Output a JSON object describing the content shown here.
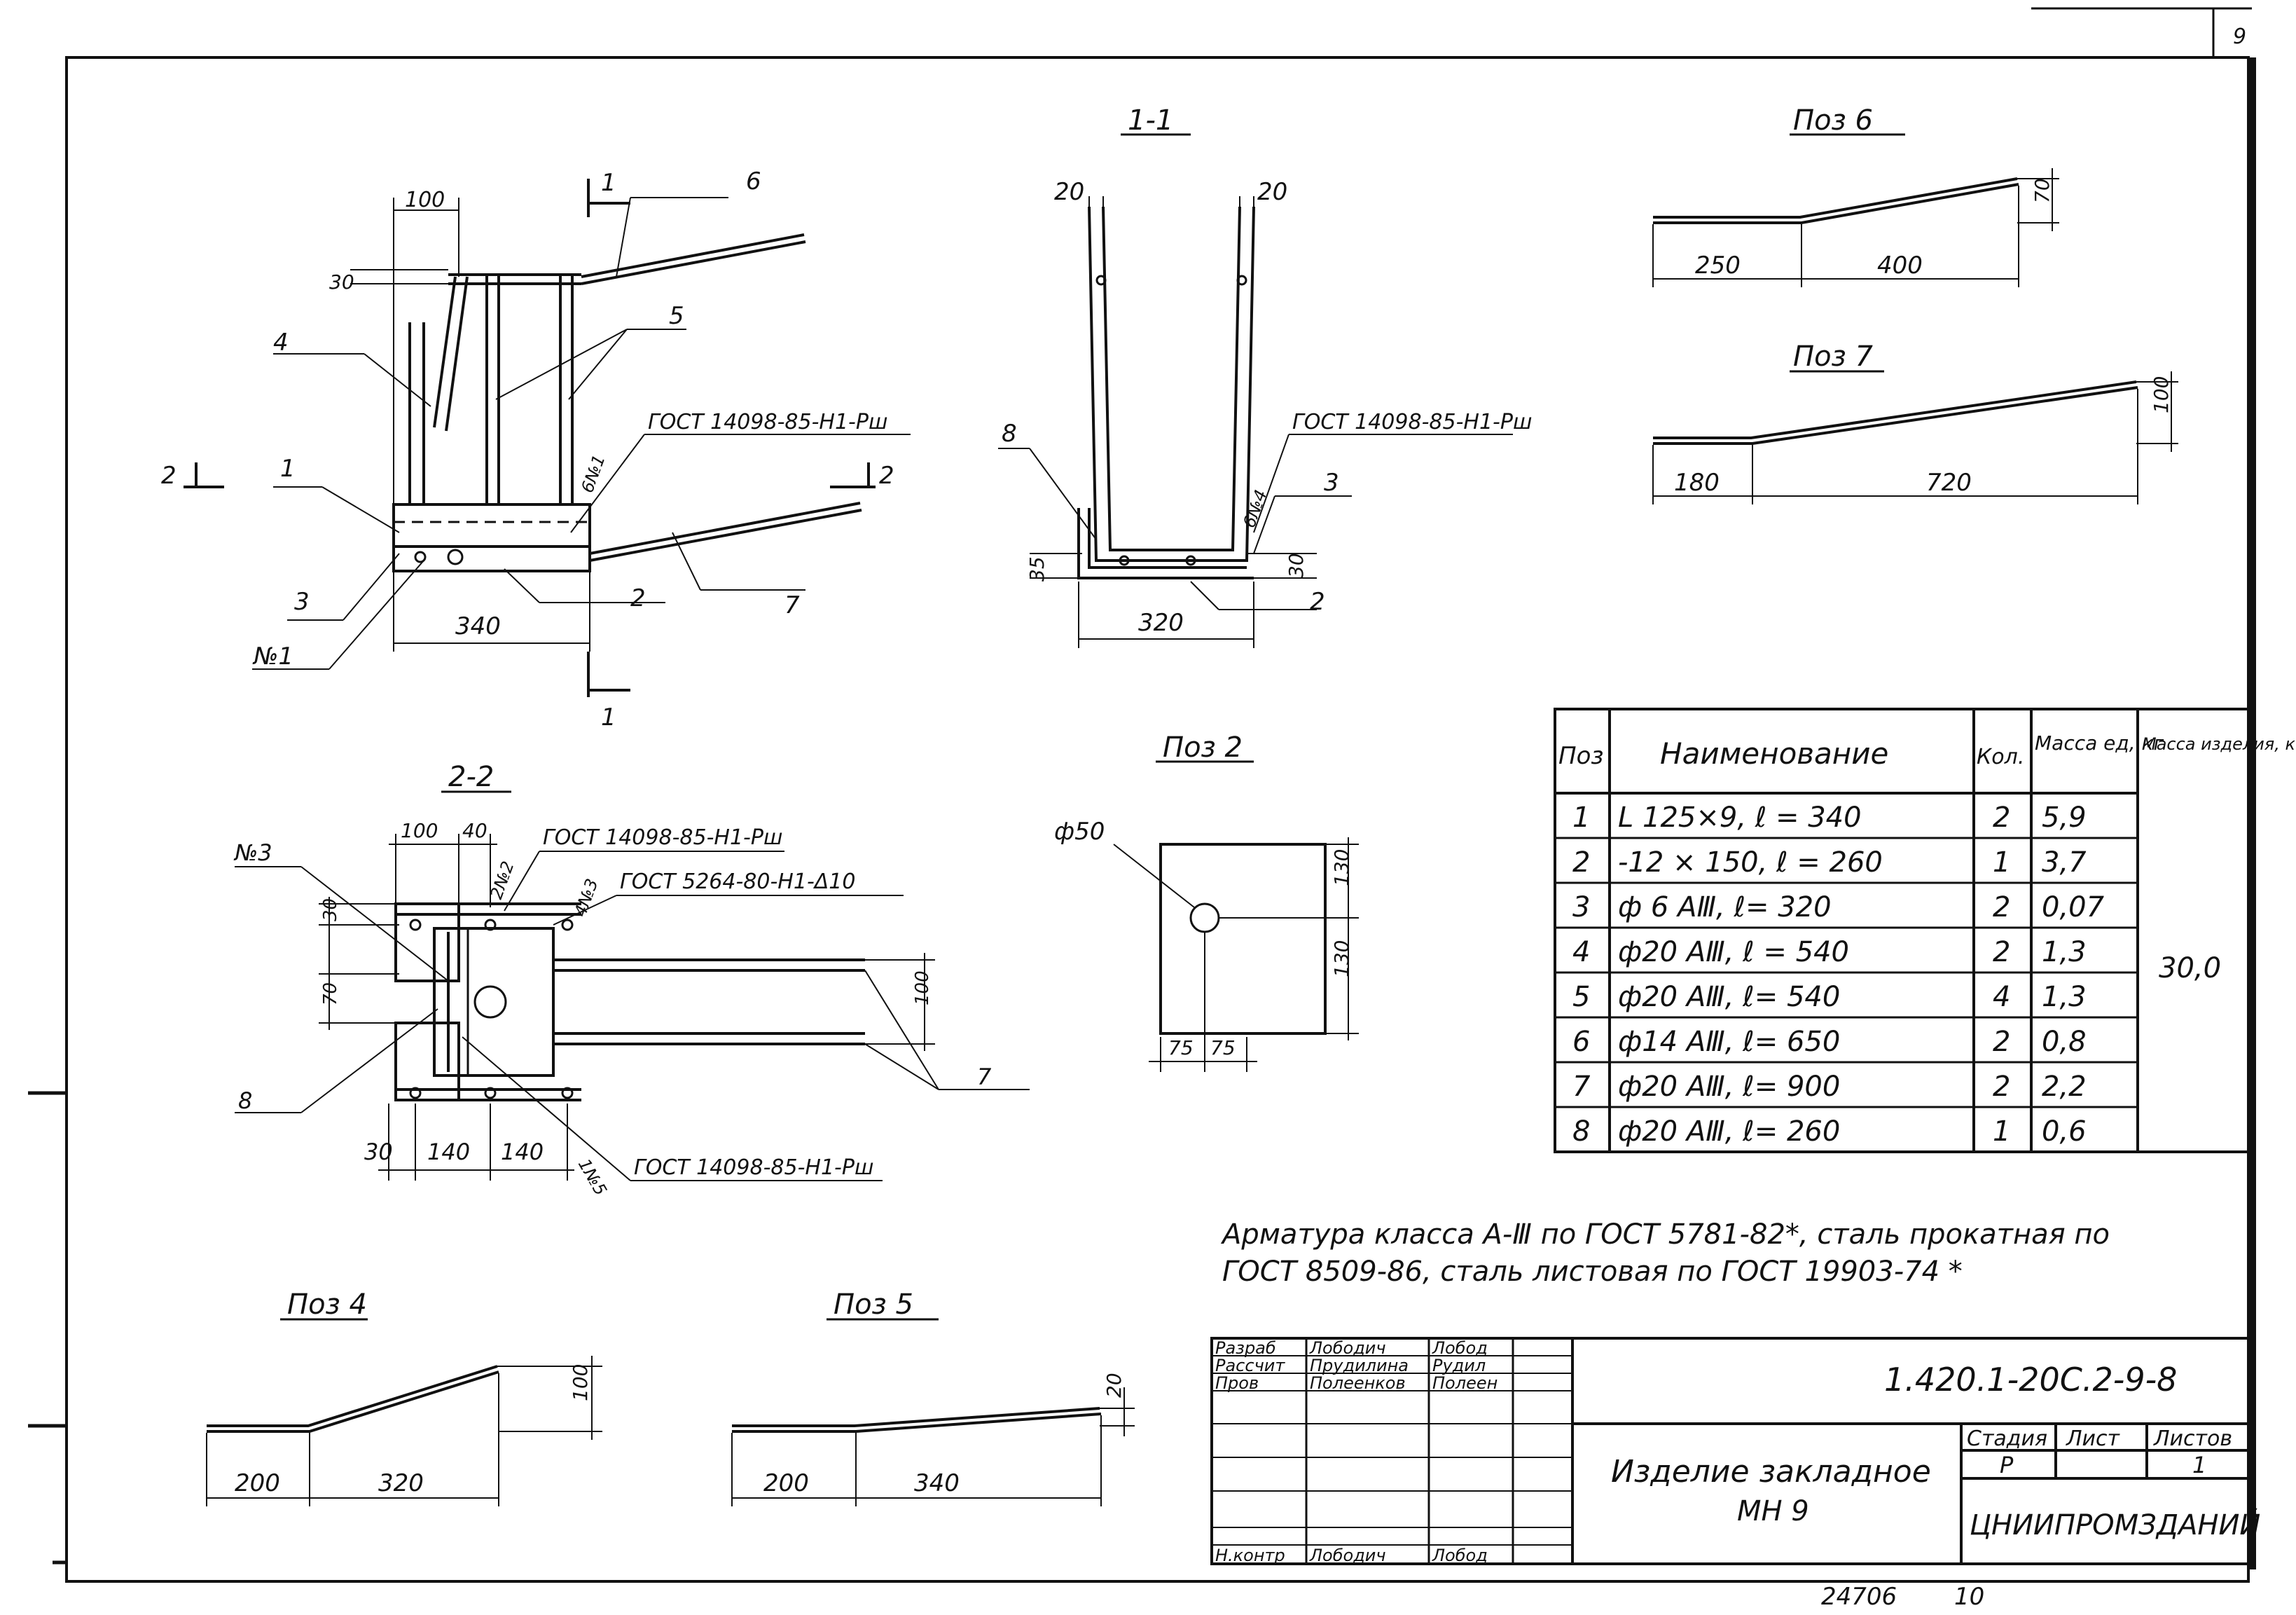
{
  "sheet": {
    "number": "9",
    "footer_archive": "24706",
    "footer_page": "10"
  },
  "labels": {
    "section_1_1": "1-1",
    "section_2_2": "2-2",
    "cut_1": "1",
    "cut_2": "2",
    "poz_2_title": "Поз 2",
    "poz_4_title": "Поз 4",
    "poz_5_title": "Поз 5",
    "poz_6_title": "Поз 6",
    "poz_7_title": "Поз 7",
    "gost_weld_1": "ГОСТ 14098-85-Н1-Рш",
    "gost_weld_2": "ГОСТ 14098-85-Н1-Рш",
    "gost_weld_3": "ГОСТ 14098-85-Н1-Рш",
    "gost_weld_4": "ГОСТ 14098-85-Н1-Рш",
    "gost_weld_5": "ГОСТ 5264-80-Н1-Δ10",
    "weld_6n1": "6№1",
    "weld_6n4": "6№4",
    "weld_2n2": "2№2",
    "weld_4n3": "4№3",
    "weld_1n5": "1№5",
    "mark_n1": "№1",
    "mark_n3": "№3",
    "diam_50": "ф50"
  },
  "positions": {
    "p1": "1",
    "p2": "2",
    "p3": "3",
    "p4": "4",
    "p5": "5",
    "p6": "6",
    "p7": "7",
    "p8": "8"
  },
  "dims": {
    "d100": "100",
    "d30": "30",
    "d340": "340",
    "d20a": "20",
    "d20b": "20",
    "d35": "35",
    "d30b": "30",
    "d320": "320",
    "d250": "250",
    "d400": "400",
    "d70": "70",
    "d180": "180",
    "d720": "720",
    "d100b": "100",
    "d100c": "100",
    "d40": "40",
    "d30c": "30",
    "d70b": "70",
    "d100d": "100",
    "d30d": "30",
    "d140a": "140",
    "d140b": "140",
    "d130a": "130",
    "d130b": "130",
    "d75a": "75",
    "d75b": "75",
    "d200a": "200",
    "d320b": "320",
    "d100e": "100",
    "d200b": "200",
    "d340b": "340",
    "d20c": "20"
  },
  "spec_table": {
    "headers": [
      "Поз",
      "Наименование",
      "Кол.",
      "Масса ед, кг",
      "Масса изделия, кг"
    ],
    "rows": [
      [
        "1",
        "L 125×9, ℓ = 340",
        "2",
        "5,9"
      ],
      [
        "2",
        "-12 × 150, ℓ = 260",
        "1",
        "3,7"
      ],
      [
        "3",
        "ф 6 АⅢ, ℓ= 320",
        "2",
        "0,07"
      ],
      [
        "4",
        "ф20 АⅢ, ℓ = 540",
        "2",
        "1,3"
      ],
      [
        "5",
        "ф20 АⅢ, ℓ= 540",
        "4",
        "1,3"
      ],
      [
        "6",
        "ф14 АⅢ, ℓ= 650",
        "2",
        "0,8"
      ],
      [
        "7",
        "ф20 АⅢ, ℓ= 900",
        "2",
        "2,2"
      ],
      [
        "8",
        "ф20 АⅢ, ℓ= 260",
        "1",
        "0,6"
      ]
    ],
    "total_mass": "30,0"
  },
  "note": {
    "line1": "Арматура класса А-Ⅲ по ГОСТ 5781-82*, сталь прокатная по",
    "line2": "ГОСТ 8509-86, сталь листовая по ГОСТ 19903-74 *"
  },
  "title_block": {
    "doc_code": "1.420.1-20С.2-9-8",
    "roles": [
      "Разраб",
      "Рассчит",
      "Пров",
      "",
      "",
      "",
      "Н.контр"
    ],
    "names": [
      "Лободич",
      "Прудилина",
      "Полеенков",
      "",
      "",
      "",
      "Лободич"
    ],
    "signatures": [
      "Лобод",
      "Рудил",
      "Полеен",
      "",
      "",
      "",
      "Лобод"
    ],
    "item_name_1": "Изделие закладное",
    "item_name_2": "МН 9",
    "stage_header": "Стадия",
    "sheet_header": "Лист",
    "sheets_header": "Листов",
    "stage_value": "Р",
    "sheet_value": "",
    "sheets_value": "1",
    "organization": "ЦНИИПРОМЗДАНИЙ"
  }
}
